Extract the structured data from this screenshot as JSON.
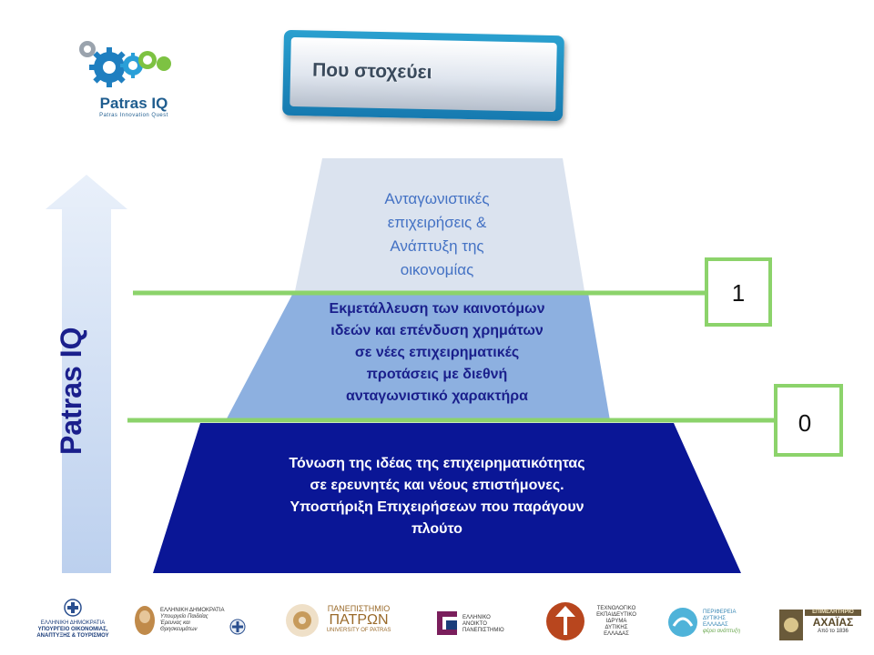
{
  "logo": {
    "name": "Patras IQ",
    "tagline": "Patras Innovation Quest"
  },
  "title": "Που στοχεύει",
  "arrow_label": "Patras IQ",
  "tiers": [
    {
      "level": "top",
      "text": [
        "Ανταγωνιστικές",
        "επιχειρήσεις &",
        "Ανάπτυξη της",
        "οικονομίας"
      ]
    },
    {
      "level": "middle",
      "text": [
        "Εκμετάλλευση των καινοτόμων",
        "ιδεών και επένδυση χρημάτων",
        "σε νέες επιχειρηματικές",
        "προτάσεις με διεθνή",
        "ανταγωνιστικό χαρακτήρα"
      ]
    },
    {
      "level": "bottom",
      "text": [
        "Τόνωση της ιδέας της επιχειρηματικότητας",
        "σε ερευνητές και νέους επιστήμονες.",
        "Υποστήριξη Επιχειρήσεων που παράγουν",
        "πλούτο"
      ]
    }
  ],
  "level_markers": [
    "1",
    "0"
  ],
  "colors": {
    "top_tier": "#dbe3ef",
    "middle_tier": "#8db0e0",
    "bottom_tier": "#0a1696",
    "line": "#8cd36b",
    "arrow": "#c5d6f0"
  },
  "footer": {
    "ministry": [
      "ΕΛΛΗΝΙΚΗ ΔΗΜΟΚΡΑΤΙΑ",
      "ΥΠΟΥΡΓΕΙΟ ΟΙΚΟΝΟΜΙΑΣ,",
      "ΑΝΑΠΤΥΞΗΣ & ΤΟΥΡΙΣΜΟΥ"
    ],
    "research": [
      "ΕΛΛΗΝΙΚΗ ΔΗΜΟΚΡΑΤΙΑ",
      "Υπουργείο Παιδείας",
      "Έρευνας και Θρησκευμάτων"
    ],
    "university": [
      "ΠΑΝΕΠΙΣΤΗΜΙΟ",
      "ΠΑΤΡΩΝ",
      "UNIVERSITY OF PATRAS"
    ],
    "open_university": [
      "ΕΛΛΗΝΙΚΟ",
      "ΑΝΟΙΚΤΟ",
      "ΠΑΝΕΠΙΣΤΗΜΙΟ"
    ],
    "tei": [
      "ΤΕΧΝΟΛΟΓΙΚΟ",
      "ΕΚΠΑΙΔΕΥΤΙΚΟ",
      "ΙΔΡΥΜΑ",
      "ΔΥΤΙΚΗΣ",
      "ΕΛΛΑΔΑΣ"
    ],
    "region": [
      "ΠΕΡΙΦΕΡΕΙΑ",
      "ΔΥΤΙΚΗΣ",
      "ΕΛΛΑΔΑΣ",
      "φέρει ανάπτυξη"
    ],
    "chamber": [
      "ΕΠΙΜΕΛΗΤΗΡΙΟ",
      "ΑΧΑΪΑΣ",
      "Από το 1836"
    ]
  }
}
